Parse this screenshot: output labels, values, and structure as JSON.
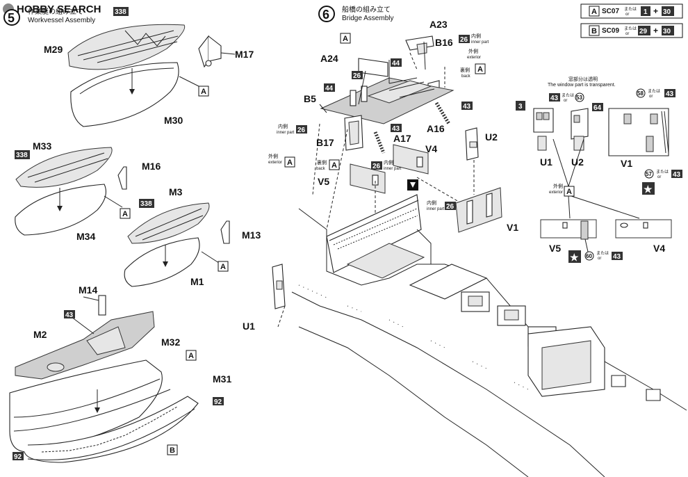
{
  "watermark": "HOBBY SEARCH",
  "step5": {
    "number": "5",
    "title_jp": "作業艇の組み立て",
    "title_en": "Workvessel Assembly"
  },
  "step6": {
    "number": "6",
    "title_jp": "船橋の組み立て",
    "title_en": "Bridge Assembly"
  },
  "legend": {
    "row_a": {
      "key": "A",
      "code": "SC07",
      "or_jp": "または",
      "or_en": "or",
      "color1": "1",
      "plus": "+",
      "color2": "30"
    },
    "row_b": {
      "key": "B",
      "code": "SC09",
      "or_jp": "または",
      "or_en": "or",
      "color1": "29",
      "plus": "+",
      "color2": "30"
    }
  },
  "parts": {
    "M29": "M29",
    "M30": "M30",
    "M17": "M17",
    "M33": "M33",
    "M34": "M34",
    "M16": "M16",
    "M3": "M3",
    "M1": "M1",
    "M13": "M13",
    "M14": "M14",
    "M2": "M2",
    "M32": "M32",
    "M31": "M31",
    "A23": "A23",
    "A24": "A24",
    "B16": "B16",
    "B5": "B5",
    "B17": "B17",
    "A17": "A17",
    "A16": "A16",
    "V4": "V4",
    "V5": "V5",
    "U2": "U2",
    "V1": "V1",
    "U1": "U1"
  },
  "color_codes": {
    "c338": "338",
    "c44": "44",
    "c26": "26",
    "c43": "43",
    "c92": "92",
    "c3": "3",
    "c64": "64",
    "c58": "58",
    "c53": "53",
    "c57": "57",
    "c60": "60"
  },
  "keys": {
    "A": "A",
    "B": "B"
  },
  "notes": {
    "inner_jp": "内側",
    "inner_en": "inner part",
    "exterior_jp": "外側",
    "exterior_en": "exterior",
    "back_jp": "裏側",
    "back_en": "back",
    "window_jp": "窓部分は透明",
    "window_en": "The window part is transparent.",
    "or_jp": "または",
    "or_en": "or"
  },
  "detail_labels": {
    "U1": "U1",
    "U2": "U2",
    "V1": "V1",
    "V5": "V5",
    "V4": "V4"
  },
  "star": "★"
}
